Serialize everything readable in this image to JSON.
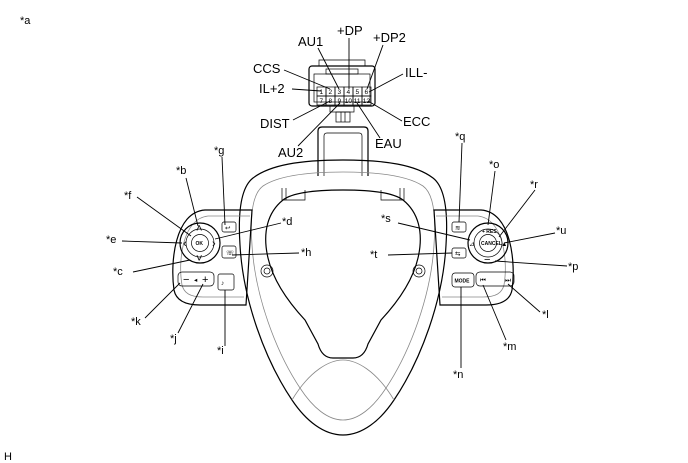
{
  "figure": {
    "corner_label": "*a",
    "footer_label": "H"
  },
  "connector": {
    "pins_top": [
      "1",
      "2",
      "3",
      "4",
      "5",
      "6"
    ],
    "pins_bottom": [
      "7",
      "8",
      "9",
      "10",
      "11",
      "12"
    ],
    "signals": {
      "au1": "AU1",
      "dp": "+DP",
      "dp2": "+DP2",
      "ccs": "CCS",
      "ill_minus": "ILL-",
      "il_plus2": "IL+2",
      "dist": "DIST",
      "ecc": "ECC",
      "au2": "AU2",
      "eau": "EAU"
    }
  },
  "callouts": {
    "b": "*b",
    "c": "*c",
    "d": "*d",
    "e": "*e",
    "f": "*f",
    "g": "*g",
    "h": "*h",
    "i": "*i",
    "j": "*j",
    "k": "*k",
    "l": "*l",
    "m": "*m",
    "n": "*n",
    "o": "*o",
    "p": "*p",
    "q": "*q",
    "r": "*r",
    "s": "*s",
    "t": "*t",
    "u": "*u"
  },
  "button_text": {
    "ok": "OK",
    "mode": "MODE",
    "res": "+ RES",
    "cancel": "CANCEL",
    "minus": "−",
    "plus": "+"
  }
}
